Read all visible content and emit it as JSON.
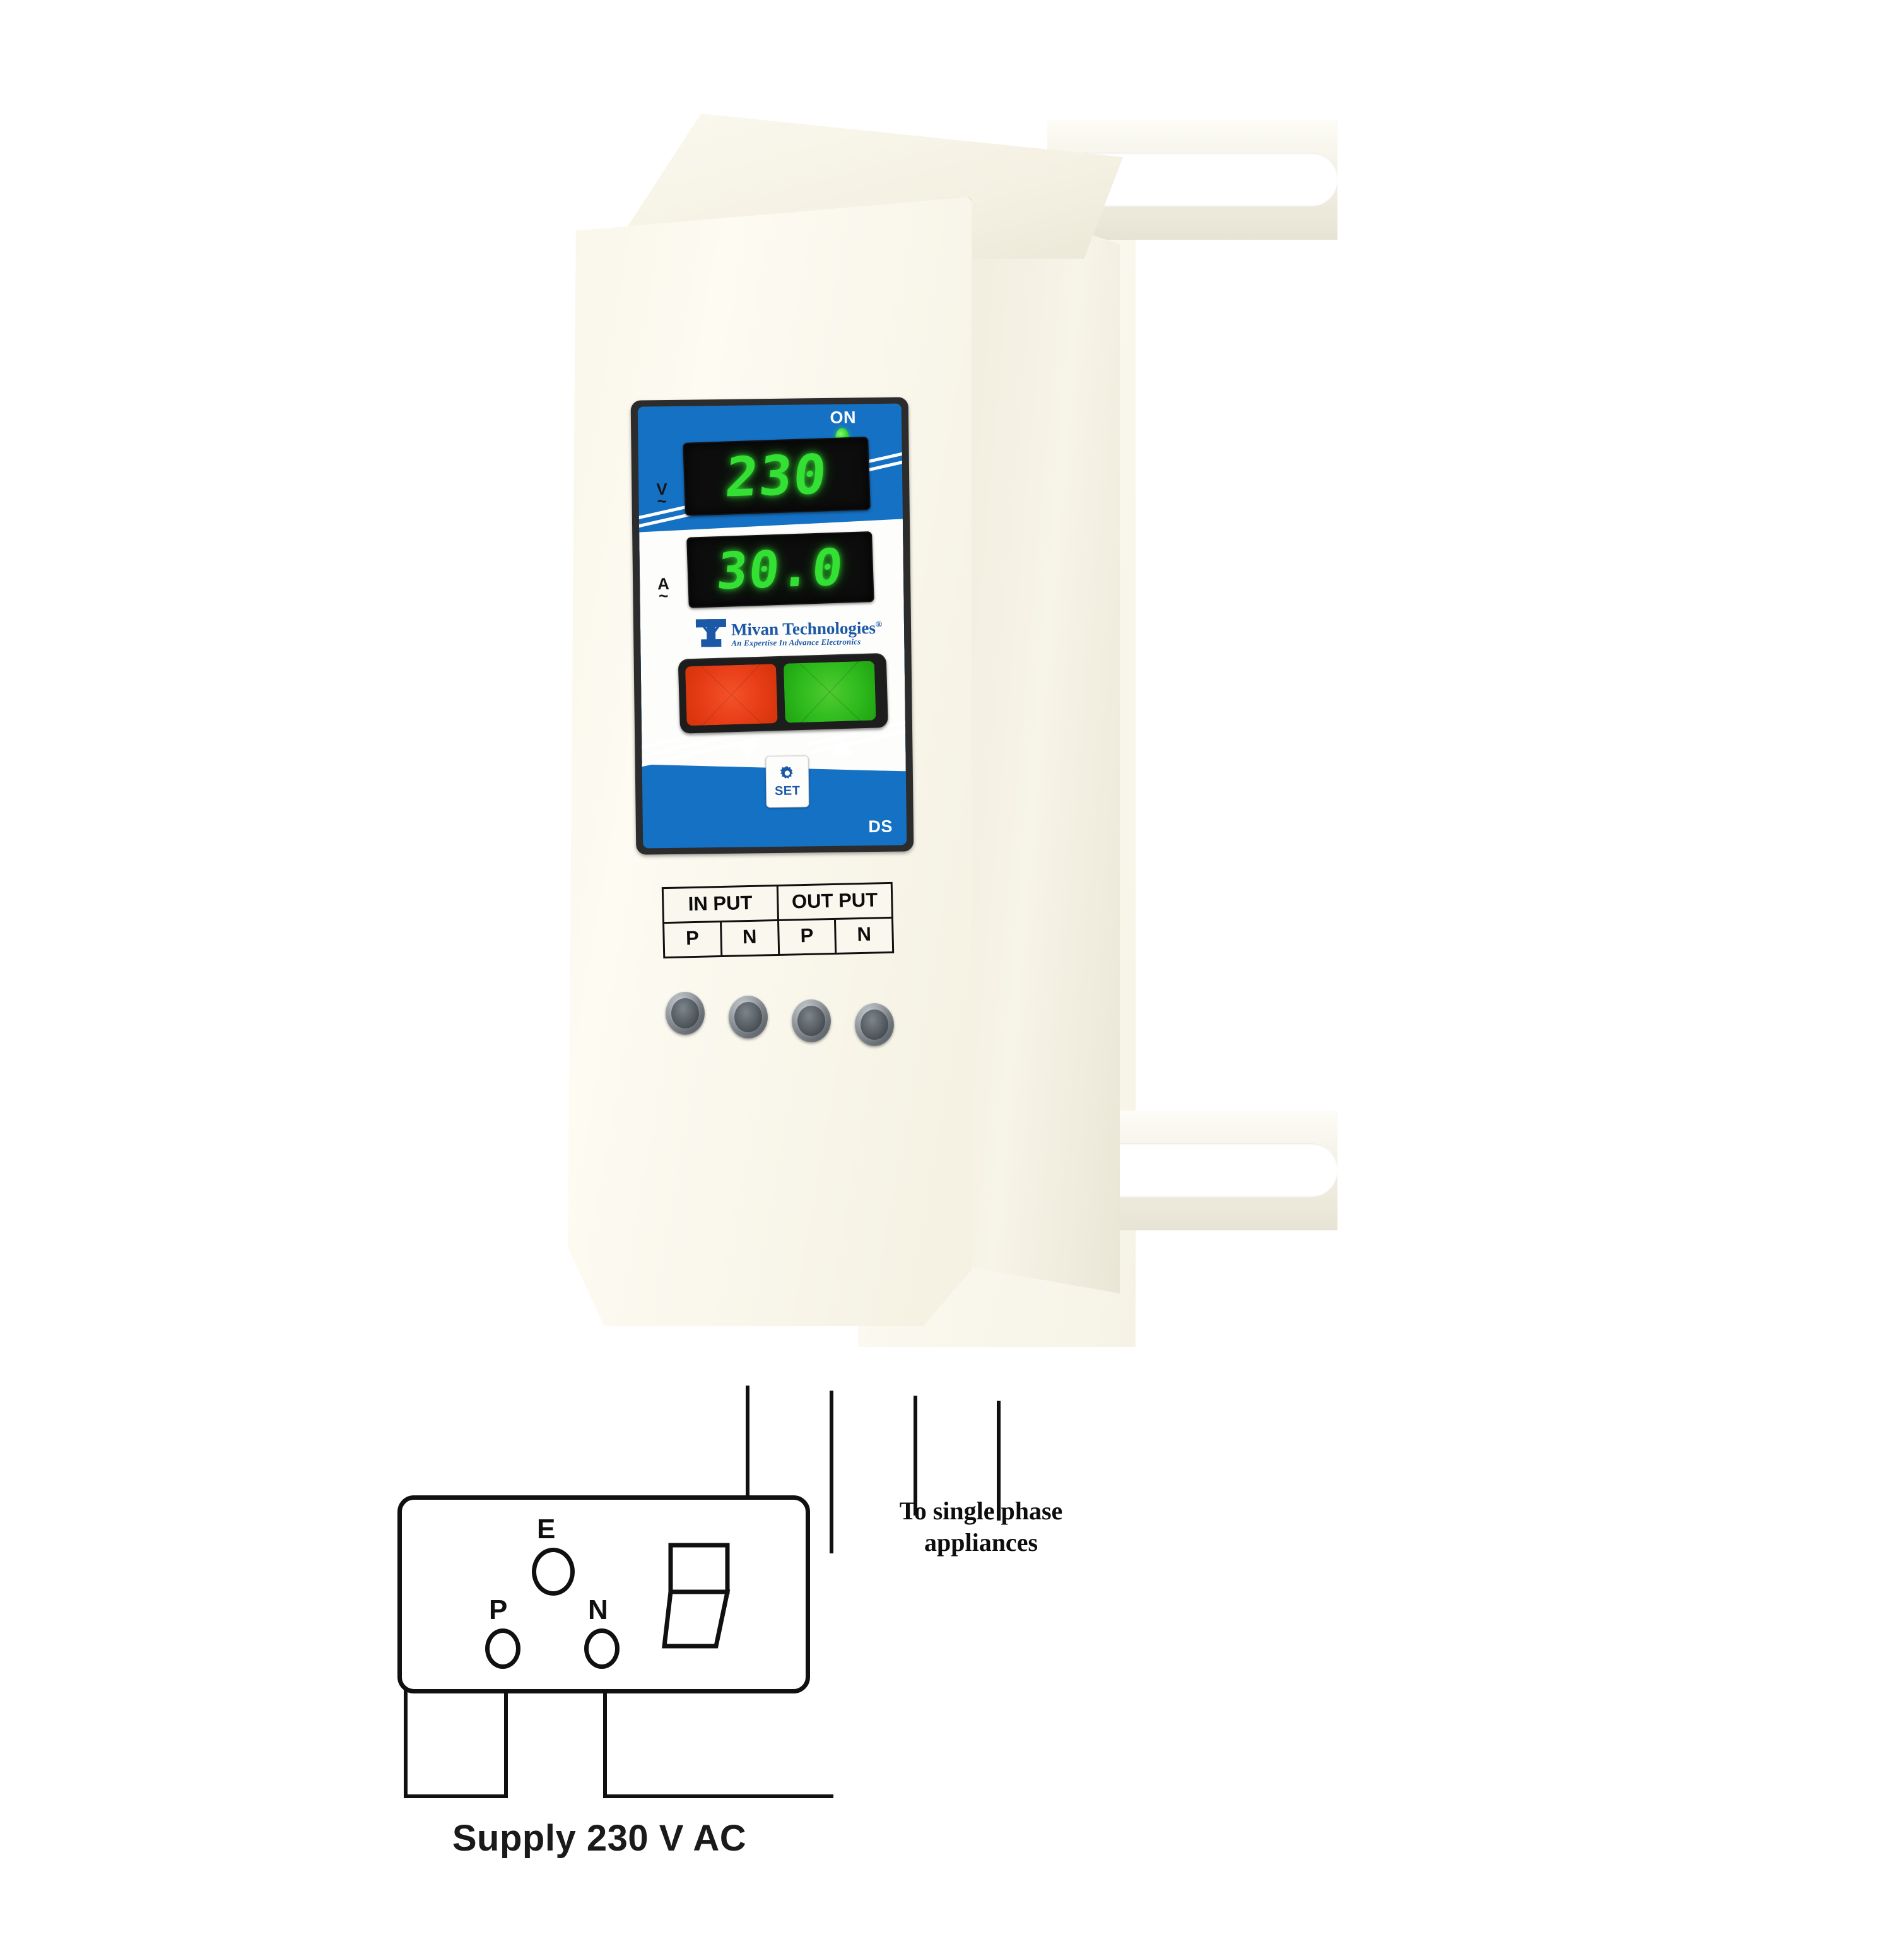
{
  "device": {
    "model_code": "DS",
    "brand": {
      "name": "Mivan Technologies",
      "registered_mark": "®",
      "tagline": "An Expertise In Advance Electronics",
      "logo_icon": "mivan-m-monogram",
      "color": "#1b58a6"
    },
    "panel": {
      "background_color": "#1571c4",
      "accent_stripe_color": "#ffffff"
    },
    "power_indicator": {
      "label": "ON",
      "state": "on",
      "led_color": "#31d92c",
      "icon": "power-led-icon"
    },
    "displays": [
      {
        "id": "voltage",
        "value": "230",
        "unit_letter": "V",
        "unit_ac_symbol": "~",
        "segment_color": "#33e033",
        "background_color": "#0d0d0d"
      },
      {
        "id": "current",
        "value": "30.0",
        "unit_letter": "A",
        "unit_ac_symbol": "~",
        "segment_color": "#33e033",
        "background_color": "#0d0d0d"
      }
    ],
    "buttons": [
      {
        "id": "red-button",
        "color": "#e73d16",
        "label": ""
      },
      {
        "id": "green-button",
        "color": "#2fbb1d",
        "label": ""
      }
    ],
    "keys": [
      {
        "id": "down-key",
        "icon": "chevron-down-icon",
        "label": ""
      },
      {
        "id": "set-key",
        "icon": "gear-icon",
        "label": "SET"
      },
      {
        "id": "up-key",
        "icon": "chevron-up-icon",
        "label": ""
      }
    ],
    "terminal_table": {
      "headers": [
        "IN PUT",
        "OUT PUT"
      ],
      "sub_labels": [
        "P",
        "N",
        "P",
        "N"
      ]
    },
    "terminals": [
      {
        "id": "input-p",
        "icon": "screw-terminal-icon"
      },
      {
        "id": "input-n",
        "icon": "screw-terminal-icon"
      },
      {
        "id": "output-p",
        "icon": "screw-terminal-icon"
      },
      {
        "id": "output-n",
        "icon": "screw-terminal-icon"
      }
    ],
    "mounting": {
      "tabs": 2,
      "slot_icon": "keyhole-slot-icon"
    }
  },
  "wiring": {
    "socket": {
      "earth_label": "E",
      "phase_label": "P",
      "neutral_label": "N",
      "switch_icon": "rocker-switch-icon"
    },
    "supply_label": "Supply 230 V AC",
    "output_note": "To single phase appliances"
  }
}
